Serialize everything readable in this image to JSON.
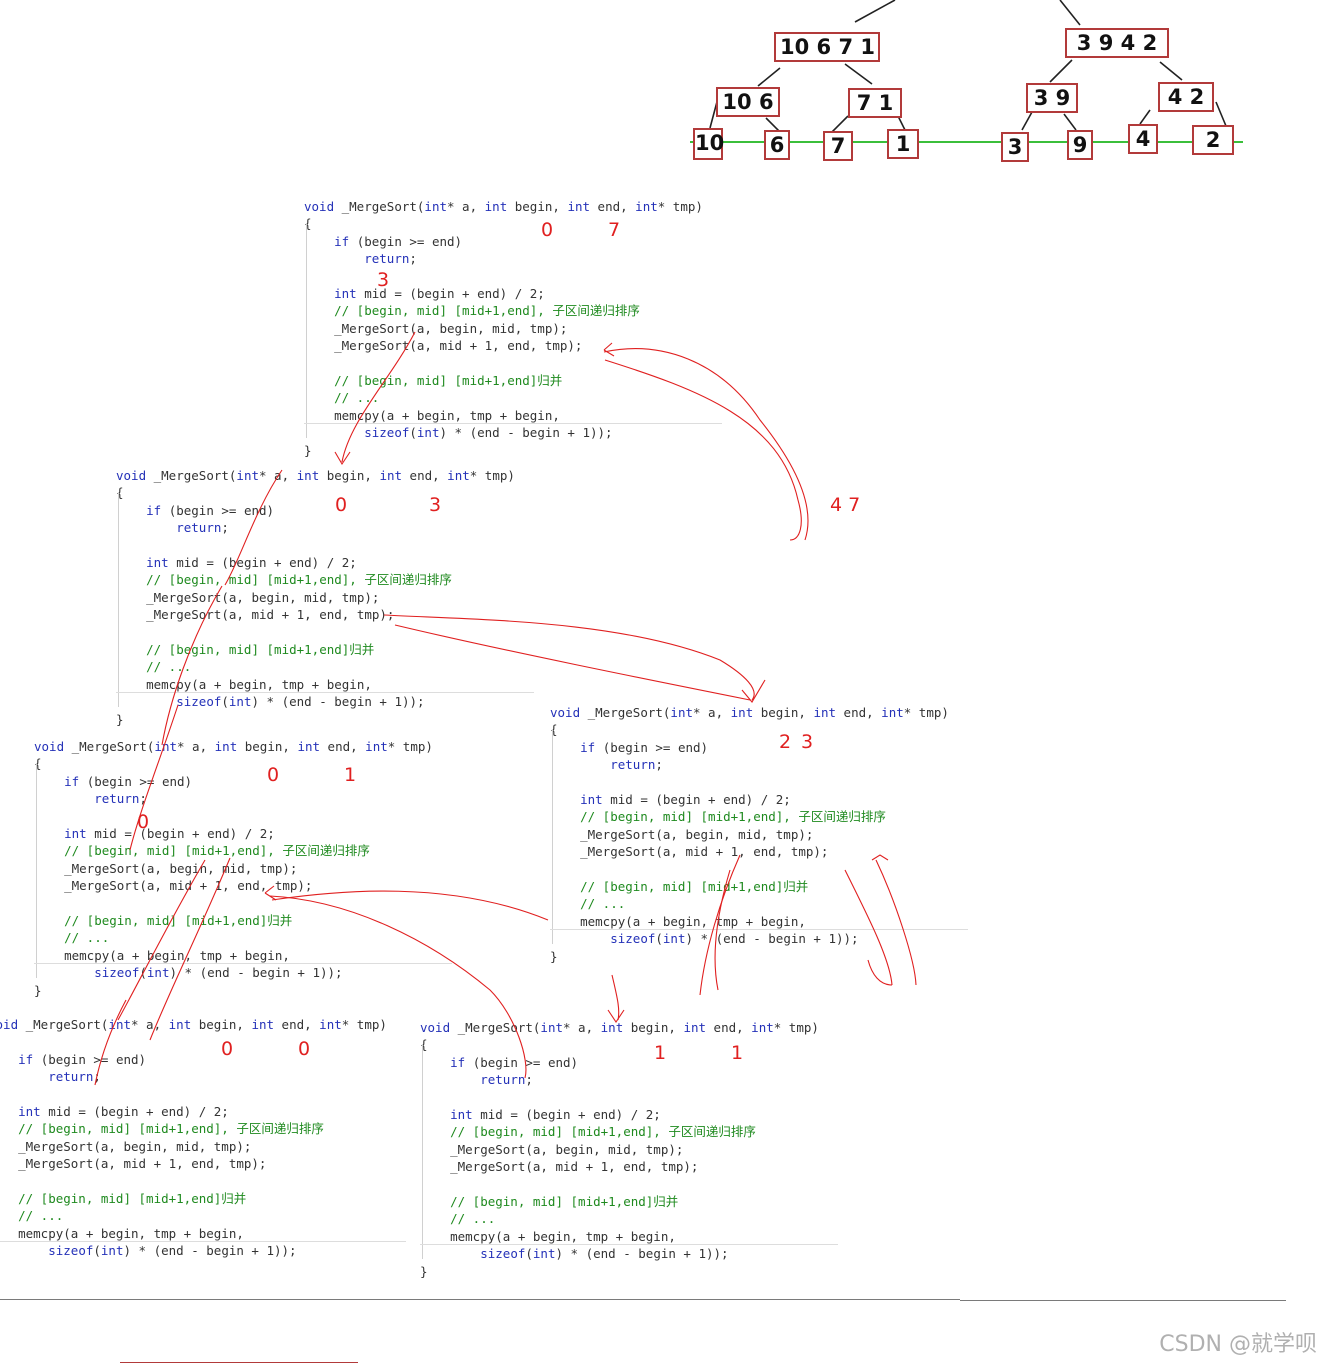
{
  "tree": {
    "level1": [
      "10 6 7 1",
      "3 9 4 2"
    ],
    "level2": [
      "10 6",
      "7 1",
      "3 9",
      "4 2"
    ],
    "level3": [
      "10",
      "6",
      "7",
      "1",
      "3",
      "9",
      "4",
      "2"
    ]
  },
  "code_lines": [
    "void _MergeSort(int* a, int begin, int end, int* tmp)",
    "{",
    "    if (begin >= end)",
    "        return;",
    "",
    "    int mid = (begin + end) / 2;",
    "    // [begin, mid] [mid+1,end], 子区间递归排序",
    "    _MergeSort(a, begin, mid, tmp);",
    "    _MergeSort(a, mid + 1, end, tmp);",
    "",
    "    // [begin, mid] [mid+1,end]归并",
    "    // ...",
    "    memcpy(a + begin, tmp + begin,",
    "        sizeof(int) * (end - begin + 1));",
    "}"
  ],
  "annotations": {
    "b1": {
      "begin": "0",
      "end": "7",
      "mid": "3"
    },
    "b2": {
      "begin": "0",
      "end": "3"
    },
    "b3": {
      "begin": "2",
      "end": "3"
    },
    "b4": {
      "begin": "0",
      "end": "1",
      "mid": "0"
    },
    "b5": {
      "begin": "0",
      "end": "0"
    },
    "b6": {
      "begin": "1",
      "end": "1"
    },
    "side": "4 7"
  },
  "watermark": "CSDN @就学呗",
  "colors": {
    "node_border": "#b23a3a",
    "green_line": "#3bbf3b",
    "annotation_red": "#e02020",
    "keyword_blue": "#2431b8",
    "comment_green": "#1f8a1f"
  }
}
